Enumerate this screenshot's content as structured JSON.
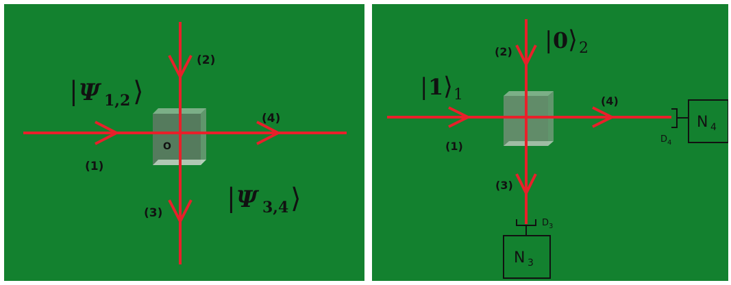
{
  "left_panel": {
    "port_labels": {
      "p1": "(1)",
      "p2": "(2)",
      "p3": "(3)",
      "p4": "(4)"
    },
    "center_label": "O",
    "state_in": {
      "symbol": "Ψ",
      "subscript": "1,2"
    },
    "state_out": {
      "symbol": "Ψ",
      "subscript": "3,4"
    }
  },
  "right_panel": {
    "port_labels": {
      "p1": "(1)",
      "p2": "(2)",
      "p3": "(3)",
      "p4": "(4)"
    },
    "ket_one": {
      "value": "1",
      "subscript": "1"
    },
    "ket_zero": {
      "value": "0",
      "subscript": "2"
    },
    "detector_3": {
      "label": "N",
      "subscript": "3",
      "marker": "D",
      "marker_subscript": "3"
    },
    "detector_4": {
      "label": "N",
      "subscript": "4",
      "marker": "D",
      "marker_subscript": "4"
    }
  },
  "colors": {
    "background": "#13812f",
    "beam": "#e8202a",
    "ink": "#111111"
  }
}
